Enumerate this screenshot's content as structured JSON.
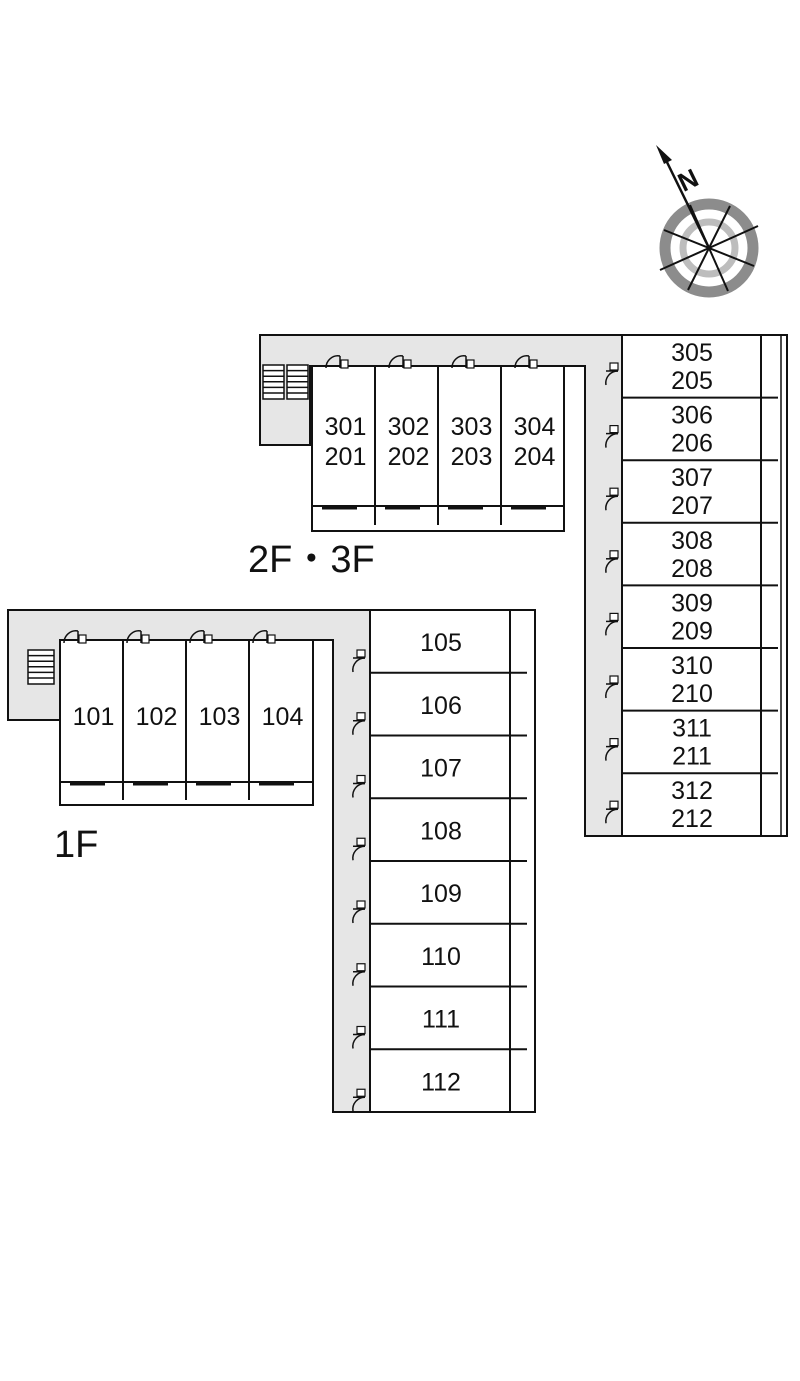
{
  "colors": {
    "corridor": "#e6e6e6",
    "wall": "#111111",
    "compass_ring": "#8c8c8c"
  },
  "compass": {
    "north_label": "N",
    "icon": "compass-rose-icon"
  },
  "floors": {
    "upper": {
      "label": "2F・3F",
      "row_units": [
        {
          "top": "301",
          "bottom": "201"
        },
        {
          "top": "302",
          "bottom": "202"
        },
        {
          "top": "303",
          "bottom": "203"
        },
        {
          "top": "304",
          "bottom": "204"
        }
      ],
      "column_units": [
        {
          "top": "305",
          "bottom": "205"
        },
        {
          "top": "306",
          "bottom": "206"
        },
        {
          "top": "307",
          "bottom": "207"
        },
        {
          "top": "308",
          "bottom": "208"
        },
        {
          "top": "309",
          "bottom": "209"
        },
        {
          "top": "310",
          "bottom": "210"
        },
        {
          "top": "311",
          "bottom": "211"
        },
        {
          "top": "312",
          "bottom": "212"
        }
      ]
    },
    "ground": {
      "label": "1F",
      "row_units": [
        "101",
        "102",
        "103",
        "104"
      ],
      "column_units": [
        "105",
        "106",
        "107",
        "108",
        "109",
        "110",
        "111",
        "112"
      ]
    }
  }
}
